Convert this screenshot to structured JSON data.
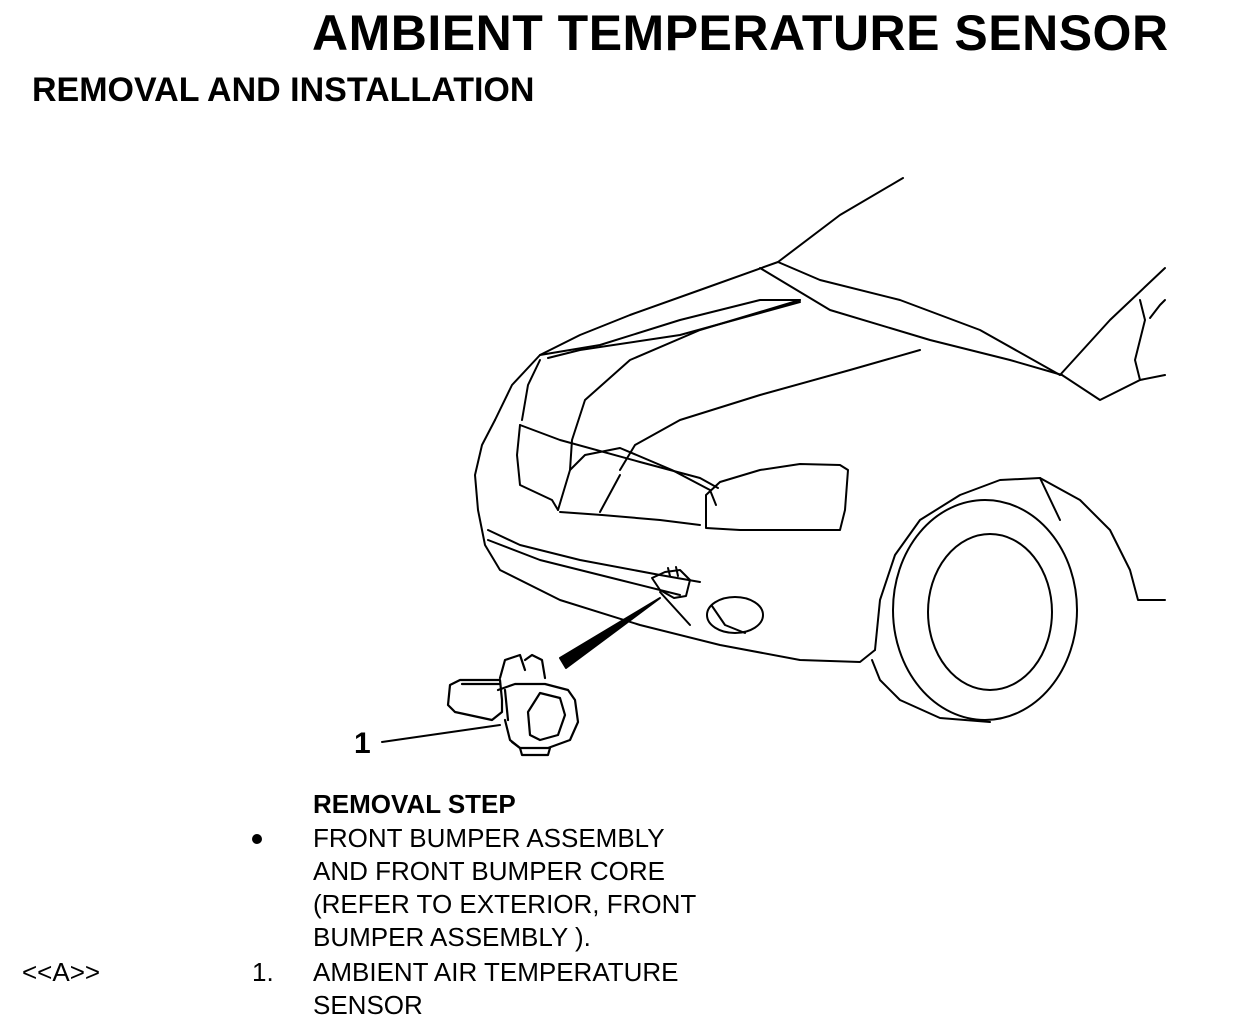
{
  "header": {
    "title": "AMBIENT TEMPERATURE SENSOR",
    "subtitle": "REMOVAL AND INSTALLATION"
  },
  "figure": {
    "callout_label": "1"
  },
  "procedure": {
    "section_title": "REMOVAL STEP",
    "prereq": {
      "lines": [
        "FRONT BUMPER ASSEMBLY",
        "AND FRONT BUMPER CORE",
        "(REFER TO EXTERIOR, FRONT",
        "BUMPER ASSEMBLY )."
      ]
    },
    "steps": [
      {
        "service_point": "<<A>>",
        "number": "1.",
        "lines": [
          "AMBIENT AIR TEMPERATURE",
          "SENSOR"
        ]
      }
    ]
  }
}
